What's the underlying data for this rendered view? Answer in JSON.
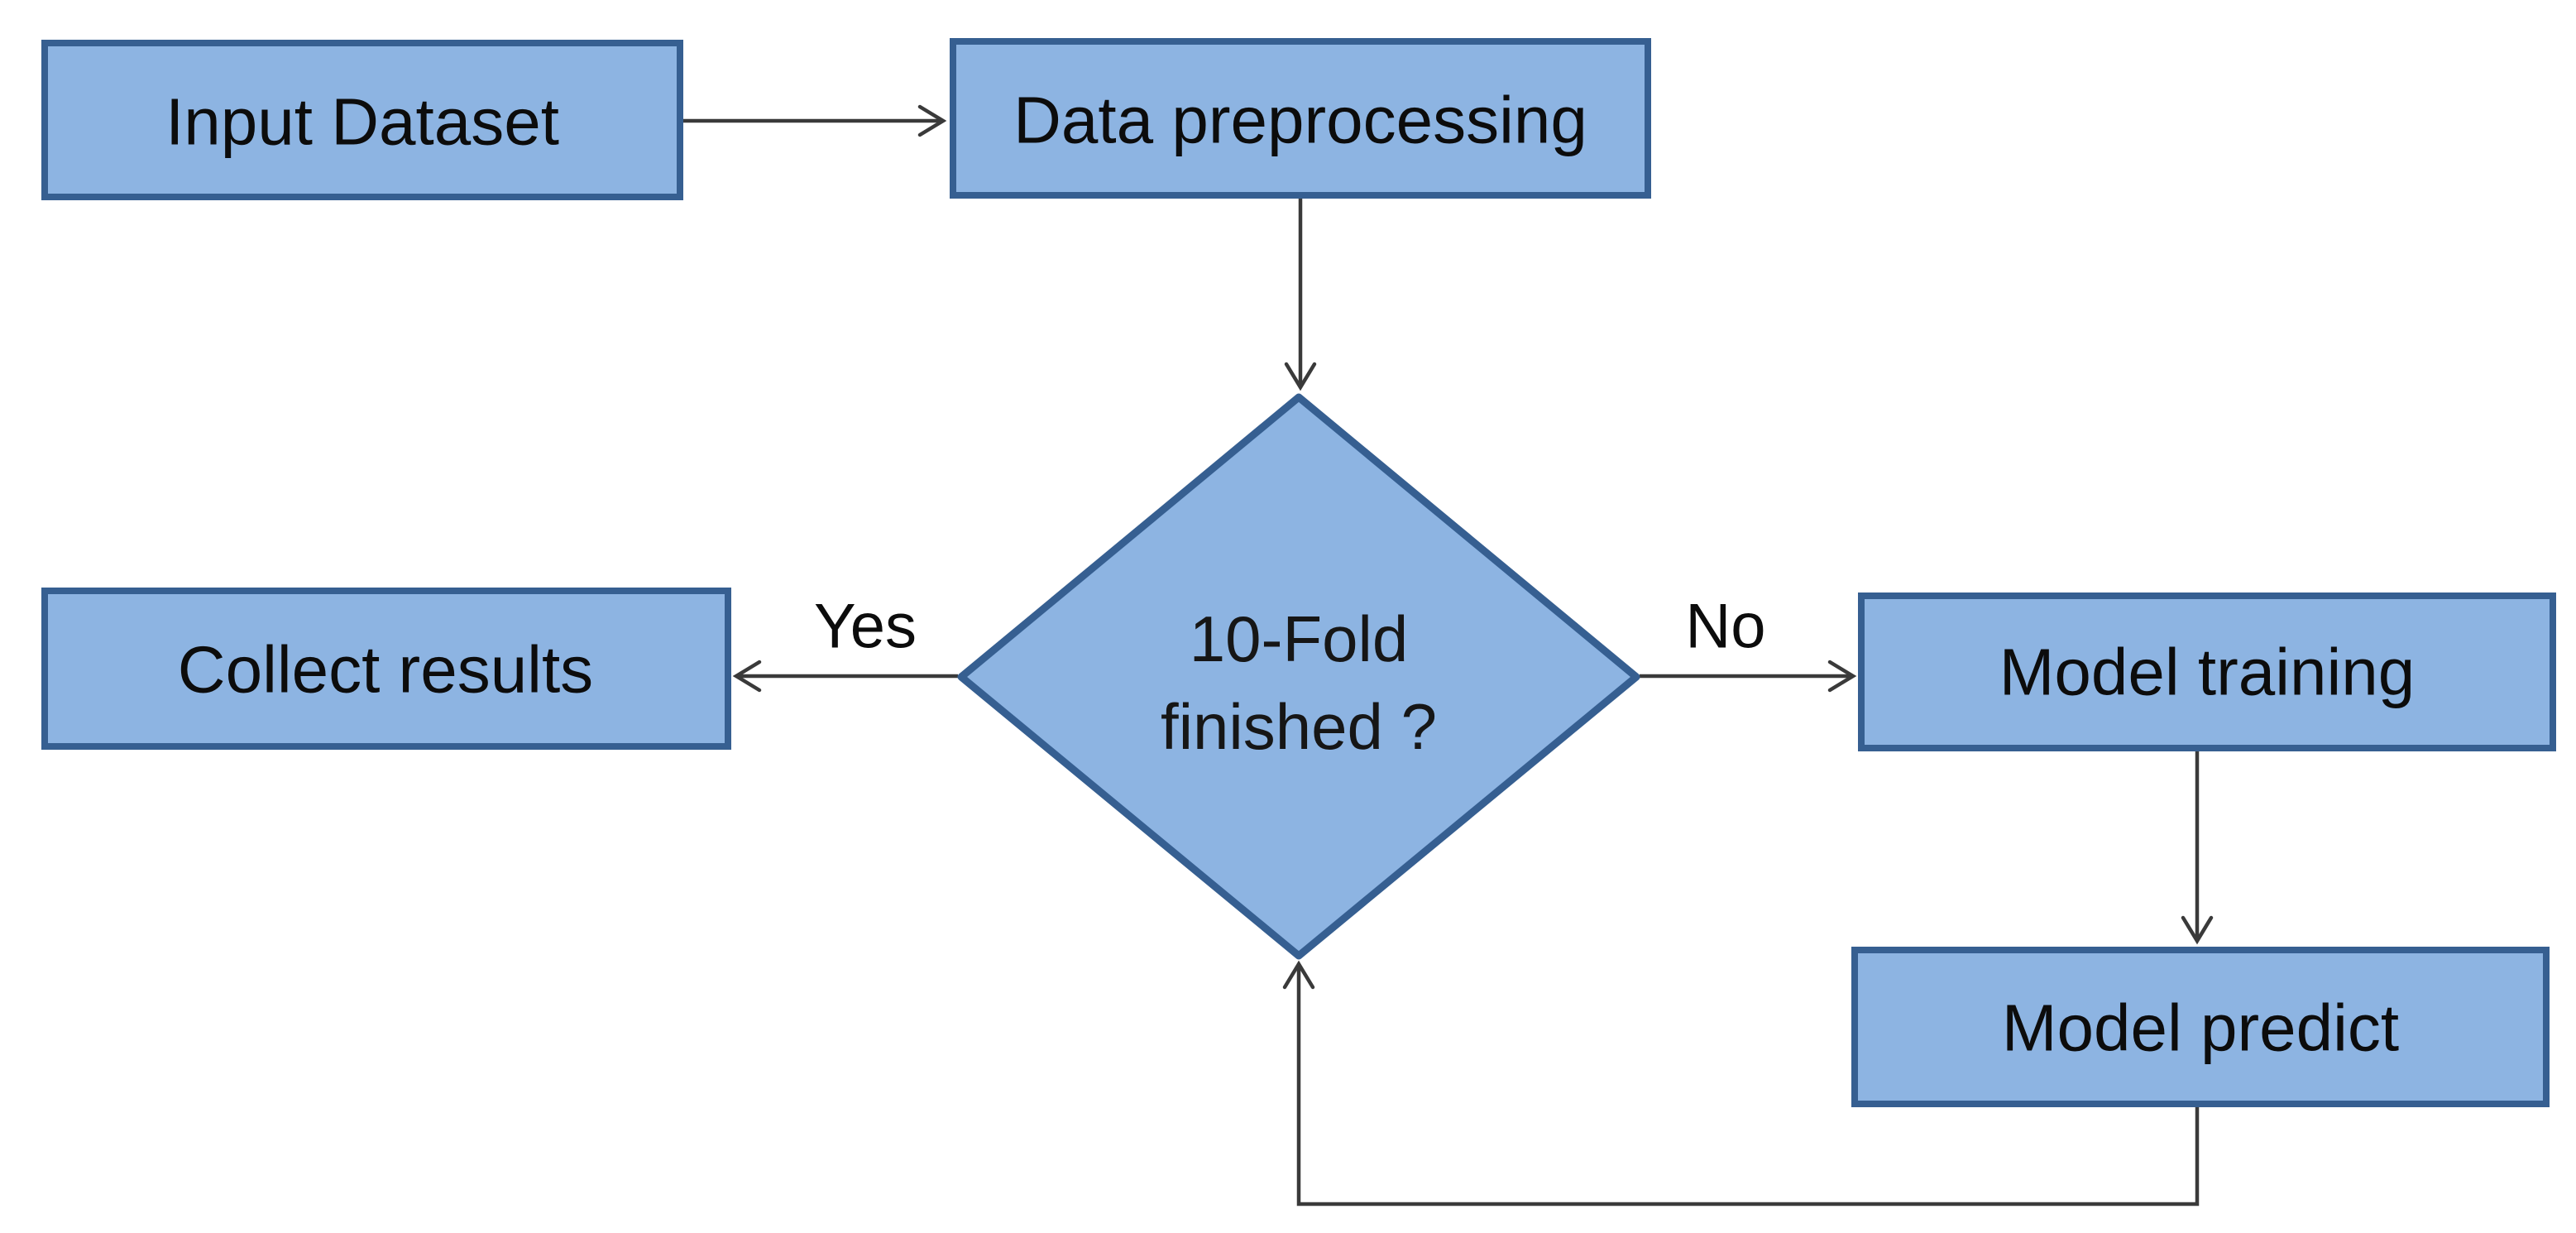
{
  "diagram_type": "flowchart",
  "colors": {
    "node_fill": "#8DB4E2",
    "node_border": "#365F91",
    "connector": "#3a3a3a",
    "text": "#0c0c0c",
    "background": "#ffffff"
  },
  "nodes": [
    {
      "id": "input-dataset",
      "shape": "rect",
      "label": "Input Dataset"
    },
    {
      "id": "data-preprocessing",
      "shape": "rect",
      "label": "Data preprocessing"
    },
    {
      "id": "ten-fold-finished",
      "shape": "diamond",
      "label": "10-Fold finished ?",
      "label_lines": [
        "10-Fold",
        "finished ?"
      ]
    },
    {
      "id": "collect-results",
      "shape": "rect",
      "label": "Collect results"
    },
    {
      "id": "model-training",
      "shape": "rect",
      "label": "Model training"
    },
    {
      "id": "model-predict",
      "shape": "rect",
      "label": "Model predict"
    }
  ],
  "edges": [
    {
      "from": "input-dataset",
      "to": "data-preprocessing",
      "label": ""
    },
    {
      "from": "data-preprocessing",
      "to": "ten-fold-finished",
      "label": ""
    },
    {
      "from": "ten-fold-finished",
      "to": "collect-results",
      "label": "Yes"
    },
    {
      "from": "ten-fold-finished",
      "to": "model-training",
      "label": "No"
    },
    {
      "from": "model-training",
      "to": "model-predict",
      "label": ""
    },
    {
      "from": "model-predict",
      "to": "ten-fold-finished",
      "label": ""
    }
  ]
}
